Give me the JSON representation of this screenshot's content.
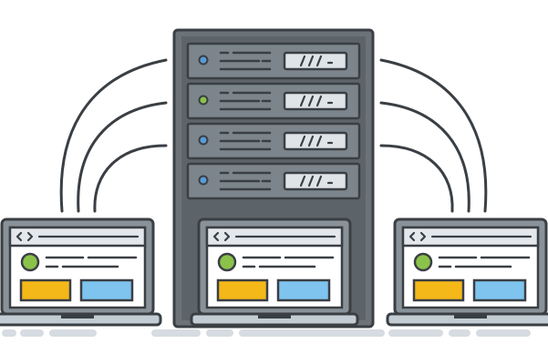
{
  "illustration": {
    "kind": "server rack connected to three laptops",
    "server": {
      "units": [
        {
          "led_color": "#5b9bd5"
        },
        {
          "led_color": "#8bc34a"
        },
        {
          "led_color": "#5b9bd5"
        },
        {
          "led_color": "#5b9bd5"
        }
      ]
    },
    "laptops": [
      {
        "position": "left",
        "circle_color": "#8bc34a",
        "tile_left_color": "#f5b819",
        "tile_right_color": "#7ec4ee"
      },
      {
        "position": "center",
        "circle_color": "#8bc34a",
        "tile_left_color": "#f5b819",
        "tile_right_color": "#7ec4ee"
      },
      {
        "position": "right",
        "circle_color": "#8bc34a",
        "tile_left_color": "#f5b819",
        "tile_right_color": "#7ec4ee"
      }
    ],
    "colors": {
      "outline": "#3a3f44",
      "rack_body": "#6b7278",
      "rack_unit": "#7d858c",
      "slot_face": "#dfe4e8",
      "laptop_lid": "#8a9299",
      "screen_bg": "#ffffff",
      "screen_header": "#e4e8ec",
      "laptop_base": "#c4ccd3",
      "ground": "#d6dce1"
    }
  }
}
